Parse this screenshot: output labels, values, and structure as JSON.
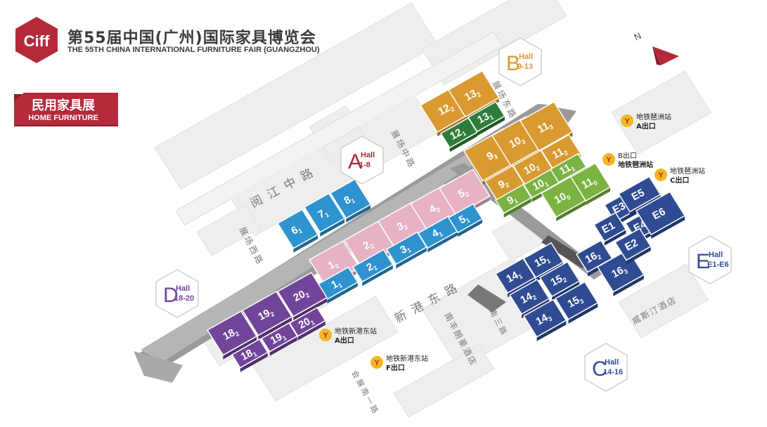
{
  "header": {
    "logo_text": "Ciff",
    "title_cn": "第55届中国(广州)国际家具博览会",
    "title_en": "THE 55TH CHINA INTERNATIONAL FURNITURE FAIR (GUANGZHOU)"
  },
  "badge": {
    "cn": "民用家具展",
    "en": "HOME FURNITURE"
  },
  "compass": {
    "label": "N"
  },
  "colors": {
    "brand_red": "#b52a3a",
    "hall_a_red": "#a8273a",
    "hall_a_pink": "#e7b3c4",
    "hall_a_blue": "#2e93cf",
    "hall_b_orange": "#d99a31",
    "hall_b_green": "#7bb342",
    "hall_b_darkgreen": "#2f7d3a",
    "hall_c_navy": "#2f4c93",
    "hall_d_purple": "#71459a",
    "metro_yellow": "#f2b722",
    "road": "#9a9a9a",
    "block": "#eeeeee"
  },
  "zone_labels": [
    {
      "letter": "A",
      "hall": "Hall",
      "range": "1-8",
      "color": "#a8273a"
    },
    {
      "letter": "B",
      "hall": "Hall",
      "range": "9-13",
      "color": "#d99a31"
    },
    {
      "letter": "C",
      "hall": "Hall",
      "range": "14-16",
      "color": "#2f4c93"
    },
    {
      "letter": "D",
      "hall": "Hall",
      "range": "18-20",
      "color": "#71459a"
    },
    {
      "letter": "E",
      "hall": "Hall",
      "range": "E1-E6",
      "color": "#2f4c93"
    }
  ],
  "halls": [
    {
      "main": "6",
      "sub": "1",
      "zone": "A"
    },
    {
      "main": "7",
      "sub": "1",
      "zone": "A"
    },
    {
      "main": "8",
      "sub": "1",
      "zone": "A"
    },
    {
      "main": "1",
      "sub": "2",
      "zone": "A"
    },
    {
      "main": "2",
      "sub": "2",
      "zone": "A"
    },
    {
      "main": "3",
      "sub": "2",
      "zone": "A"
    },
    {
      "main": "4",
      "sub": "2",
      "zone": "A"
    },
    {
      "main": "5",
      "sub": "2",
      "zone": "A"
    },
    {
      "main": "1",
      "sub": "1",
      "zone": "A"
    },
    {
      "main": "2",
      "sub": "1",
      "zone": "A"
    },
    {
      "main": "3",
      "sub": "1",
      "zone": "A"
    },
    {
      "main": "4",
      "sub": "1",
      "zone": "A"
    },
    {
      "main": "5",
      "sub": "1",
      "zone": "A"
    },
    {
      "main": "12",
      "sub": "2",
      "zone": "B"
    },
    {
      "main": "13",
      "sub": "2",
      "zone": "B"
    },
    {
      "main": "12",
      "sub": "1",
      "zone": "B"
    },
    {
      "main": "13",
      "sub": "1",
      "zone": "B"
    },
    {
      "main": "9",
      "sub": "3",
      "zone": "B"
    },
    {
      "main": "10",
      "sub": "3",
      "zone": "B"
    },
    {
      "main": "11",
      "sub": "3",
      "zone": "B"
    },
    {
      "main": "9",
      "sub": "2",
      "zone": "B"
    },
    {
      "main": "10",
      "sub": "2",
      "zone": "B"
    },
    {
      "main": "11",
      "sub": "2",
      "zone": "B"
    },
    {
      "main": "9",
      "sub": "1",
      "zone": "B"
    },
    {
      "main": "10",
      "sub": "1",
      "zone": "B"
    },
    {
      "main": "11",
      "sub": "1",
      "zone": "B"
    },
    {
      "main": "10",
      "sub": "0",
      "zone": "B"
    },
    {
      "main": "11",
      "sub": "0",
      "zone": "B"
    },
    {
      "main": "14",
      "sub": "1",
      "zone": "C"
    },
    {
      "main": "15",
      "sub": "1",
      "zone": "C"
    },
    {
      "main": "14",
      "sub": "2",
      "zone": "C"
    },
    {
      "main": "15",
      "sub": "2",
      "zone": "C"
    },
    {
      "main": "14",
      "sub": "3",
      "zone": "C"
    },
    {
      "main": "15",
      "sub": "3",
      "zone": "C"
    },
    {
      "main": "16",
      "sub": "2",
      "zone": "C"
    },
    {
      "main": "16",
      "sub": "3",
      "zone": "C"
    },
    {
      "main": "18",
      "sub": "2",
      "zone": "D"
    },
    {
      "main": "19",
      "sub": "2",
      "zone": "D"
    },
    {
      "main": "20",
      "sub": "2",
      "zone": "D"
    },
    {
      "main": "18",
      "sub": "1",
      "zone": "D"
    },
    {
      "main": "19",
      "sub": "1",
      "zone": "D"
    },
    {
      "main": "20",
      "sub": "1",
      "zone": "D"
    },
    {
      "main": "E3",
      "sub": "",
      "zone": "E"
    },
    {
      "main": "E5",
      "sub": "",
      "zone": "E"
    },
    {
      "main": "E1",
      "sub": "",
      "zone": "E"
    },
    {
      "main": "E4",
      "sub": "",
      "zone": "E"
    },
    {
      "main": "E6",
      "sub": "",
      "zone": "E"
    },
    {
      "main": "E2",
      "sub": "",
      "zone": "E"
    }
  ],
  "roads": [
    {
      "name": "阅江中路"
    },
    {
      "name": "新港东路"
    },
    {
      "name": "展场东路"
    },
    {
      "name": "展场中路"
    },
    {
      "name": "展场西路"
    },
    {
      "name": "会展南三路"
    },
    {
      "name": "会展南一路"
    }
  ],
  "buildings": [
    {
      "name": "威斯汀酒店"
    },
    {
      "name": "南丰朗豪酒店"
    }
  ],
  "metro_exits": [
    {
      "station": "地铁琶洲站",
      "exit": "A出口"
    },
    {
      "station": "地铁琶洲站",
      "exit": "B出口"
    },
    {
      "station": "地铁琶洲站",
      "exit": "C出口"
    },
    {
      "station": "地铁新港东站",
      "exit": "A出口"
    },
    {
      "station": "地铁新港东站",
      "exit": "F出口"
    }
  ]
}
